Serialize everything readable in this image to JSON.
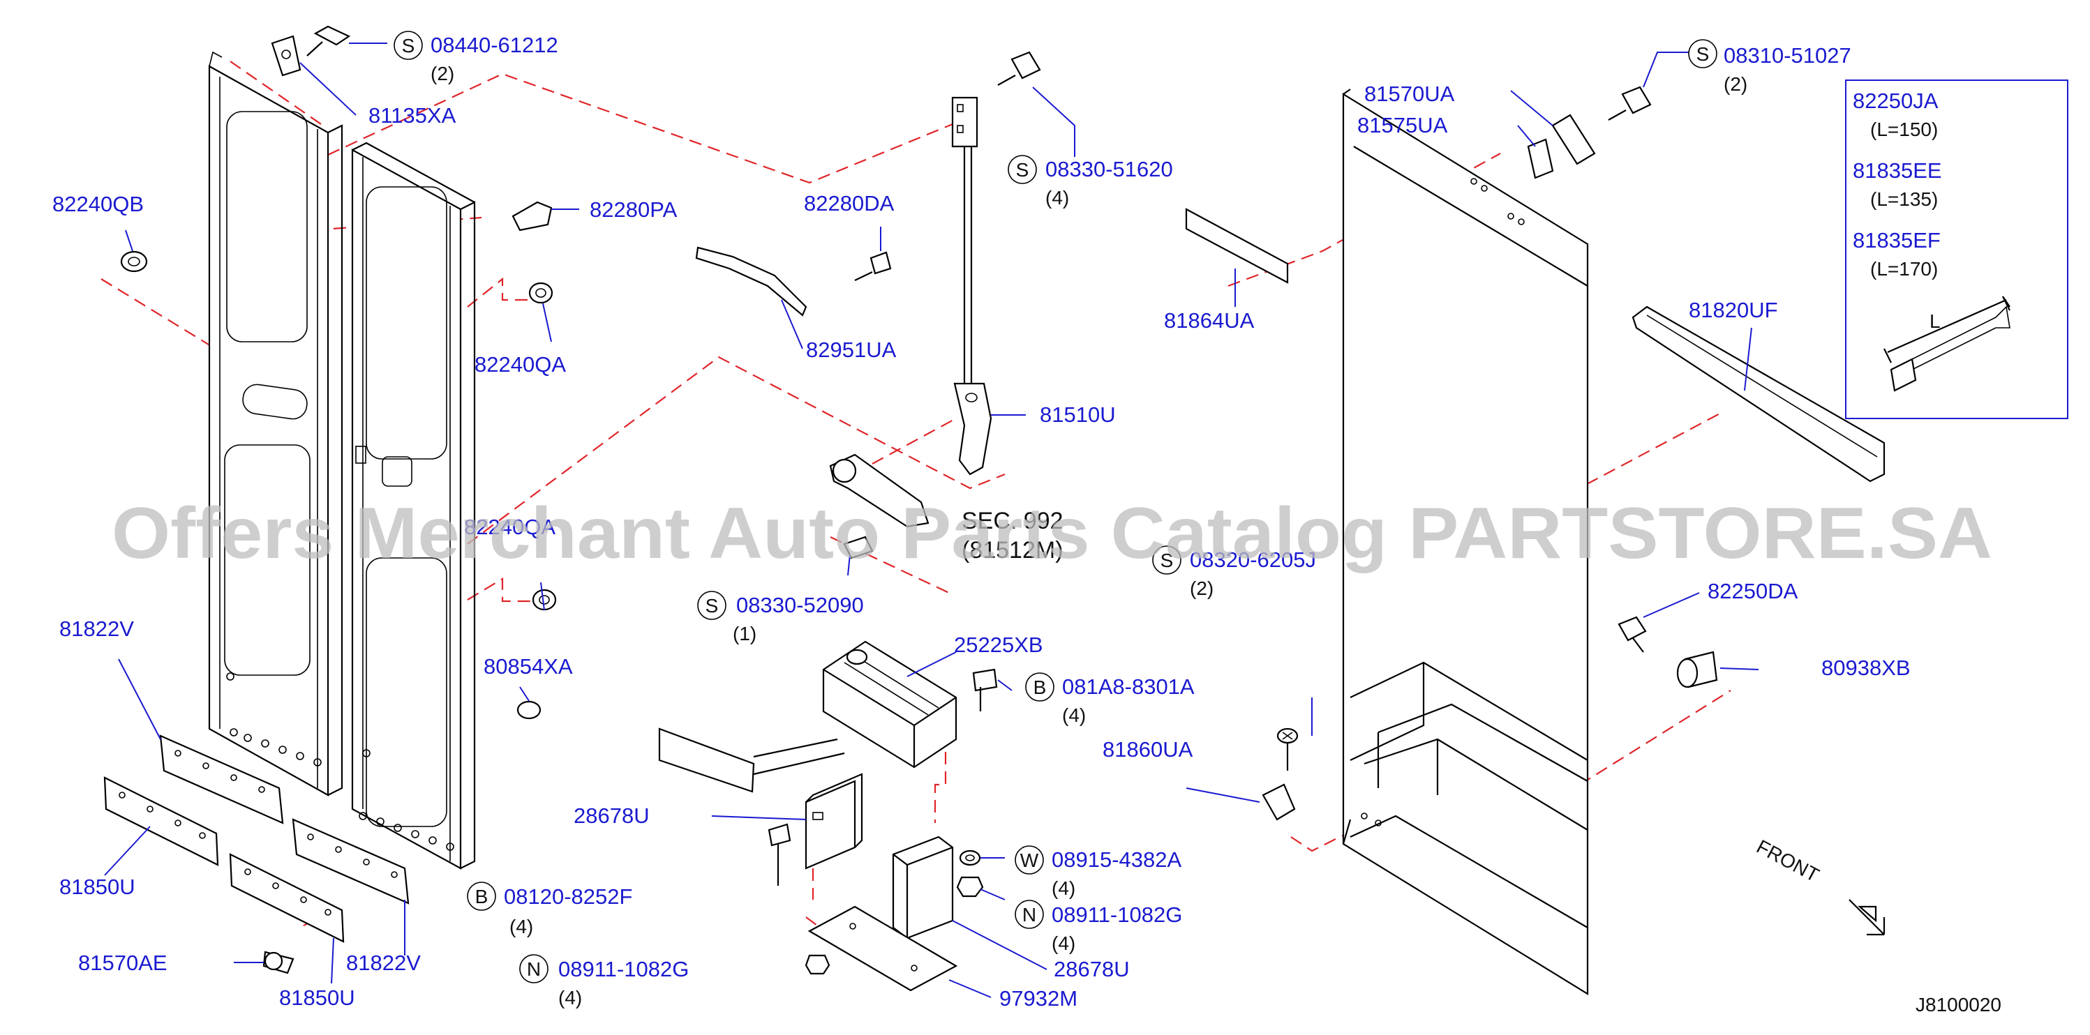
{
  "colors": {
    "label": "#1a1ad0",
    "reference_line": "#e0252a",
    "outline": "#000000",
    "watermark": "#bdbdbd"
  },
  "watermark": "Offers Merchant Auto Parts Catalog PARTSTORE.SA",
  "diagram_code": "J8100020",
  "front_label": "FRONT",
  "section_ref": {
    "line1": "SEC. 992",
    "line2": "(81512M)"
  },
  "markers": {
    "S": "S",
    "B": "B",
    "N": "N",
    "W": "W"
  },
  "parts": {
    "p08440_61212": "08440-61212",
    "q08440_61212": "(2)",
    "p81135XA": "81135XA",
    "p82240QB": "82240QB",
    "p82280PA": "82280PA",
    "p82240QA_upper": "82240QA",
    "p82240QA_lower": "82240QA",
    "p81822V_left": "81822V",
    "p80854XA": "80854XA",
    "p81850U_left": "81850U",
    "p81570AE": "81570AE",
    "p81850U_bottom": "81850U",
    "p81822V_bottom": "81822V",
    "p08120_8252F": "08120-8252F",
    "q08120_8252F": "(4)",
    "p08911_1082G_left": "08911-1082G",
    "q08911_1082G_left": "(4)",
    "p08330_51620": "08330-51620",
    "q08330_51620": "(4)",
    "p82280DA": "82280DA",
    "p82951UA": "82951UA",
    "p81510U": "81510U",
    "p08330_52090": "08330-52090",
    "q08330_52090": "(1)",
    "p25225XB": "25225XB",
    "p081A8_8301A": "081A8-8301A",
    "q081A8_8301A": "(4)",
    "p28678U_left": "28678U",
    "p08915_4382A": "08915-4382A",
    "q08915_4382A": "(4)",
    "p08911_1082G_mid": "08911-1082G",
    "q08911_1082G_mid": "(4)",
    "p28678U_right": "28678U",
    "p97932M": "97932M",
    "p81570UA": "81570UA",
    "p81575UA": "81575UA",
    "p08310_51027": "08310-51027",
    "q08310_51027": "(2)",
    "p81864UA": "81864UA",
    "p81820UF": "81820UF",
    "p08320_6205J": "08320-6205J",
    "q08320_6205J": "(2)",
    "p81860UA": "81860UA",
    "p82250DA": "82250DA",
    "p80938XB": "80938XB"
  },
  "legend_box": {
    "items": [
      {
        "part": "82250JA",
        "length": "(L=150)"
      },
      {
        "part": "81835EE",
        "length": "(L=135)"
      },
      {
        "part": "81835EF",
        "length": "(L=170)"
      }
    ],
    "dimension_label": "L"
  }
}
